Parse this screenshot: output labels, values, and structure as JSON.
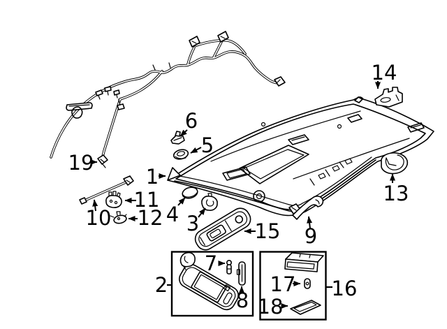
{
  "figure": {
    "background_color": "#ffffff",
    "line_color": "#000000"
  },
  "callouts": {
    "c1": "1",
    "c2": "2",
    "c3": "3",
    "c4": "4",
    "c5": "5",
    "c6": "6",
    "c7": "7",
    "c8": "8",
    "c9": "9",
    "c10": "10",
    "c11": "11",
    "c12": "12",
    "c13": "13",
    "c14": "14",
    "c15": "15",
    "c16": "16",
    "c17": "17",
    "c18": "18",
    "c19": "19"
  }
}
